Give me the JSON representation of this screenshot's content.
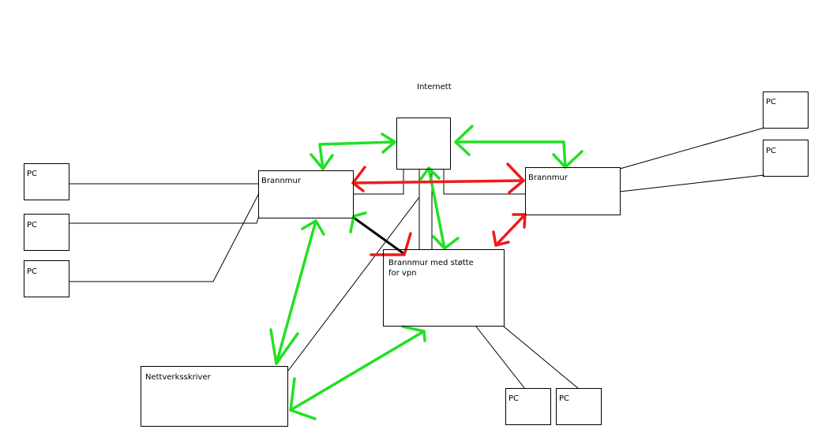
{
  "diagram": {
    "internet_label": "Internett",
    "firewall_left_label": "Brannmur",
    "firewall_right_label": "Brannmur",
    "vpn_firewall_label": "Brannmur med støtte for vpn",
    "printer_label": "Nettverksskriver",
    "pc_label": "PC"
  },
  "colors": {
    "green_arrow": "#22e122",
    "red_arrow": "#ee1b1b",
    "black_link": "#000000"
  }
}
